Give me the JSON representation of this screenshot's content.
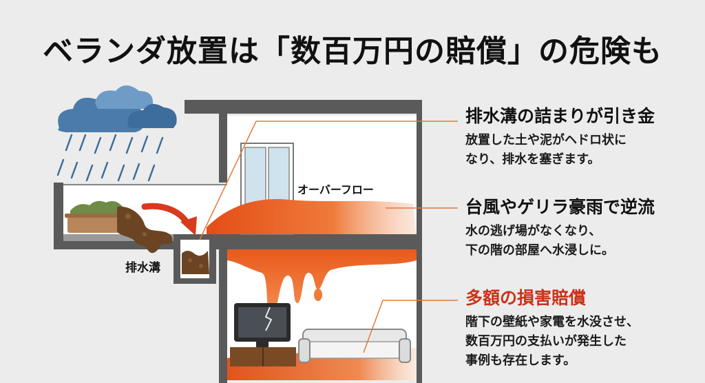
{
  "title": "ベランダ放置は「数百万円の賠償」の危険も",
  "labels": {
    "overflow": "オーバーフロー",
    "drain": "排水溝"
  },
  "callouts": [
    {
      "heading": "排水溝の詰まりが引き金",
      "body": "放置した土や泥がヘドロ状に\nなり、排水を塞ぎます。",
      "heading_color": "#111111"
    },
    {
      "heading": "台風やゲリラ豪雨で逆流",
      "body": "水の逃げ場がなくなり、\n下の階の部屋へ水浸しに。",
      "heading_color": "#111111"
    },
    {
      "heading": "多額の損害賠償",
      "body": "階下の壁紙や家電を水没させ、\n数百万円の支払いが発生した\n事例も存在します。",
      "heading_color": "#c9331a"
    }
  ],
  "icons": [
    "rain-cloud-icon",
    "flow-arrow-icon",
    "broken-tv-icon",
    "sofa-icon",
    "window-door-icon",
    "planter-icon"
  ],
  "colors": {
    "background": "#ececec",
    "wall": "#555555",
    "water": "#e0541e",
    "mud": "#6b4424",
    "alert": "#c9331a",
    "arrow": "#d83a1e",
    "cloud": "#3d6d9a"
  }
}
